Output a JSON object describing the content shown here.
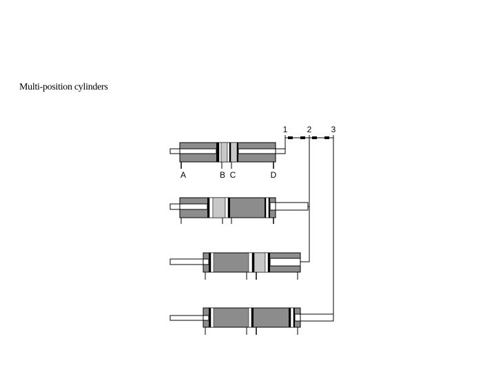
{
  "slide": {
    "title": "Multi-position cylinders"
  },
  "diagram": {
    "position_labels": [
      "1",
      "2",
      "3"
    ],
    "port_labels": [
      "A",
      "B",
      "C",
      "D"
    ],
    "colors": {
      "barrel": "#8c8c8c",
      "piston": "#c8c8c8",
      "rod": "#ffffff",
      "stroke": "#000000"
    }
  }
}
